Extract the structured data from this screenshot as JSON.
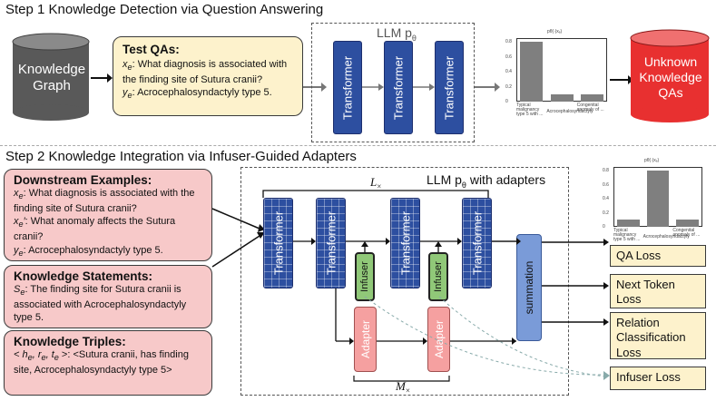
{
  "step1": {
    "title": "Step 1 Knowledge Detection via Question Answering",
    "kg_label": "Knowledge\nGraph",
    "test_qas": {
      "heading": "Test QAs:",
      "xe_label": "x",
      "xe_text": ": What diagnosis is associated with the finding site of Sutura cranii?",
      "ye_label": "y",
      "ye_text": ": Acrocephalosyndactyly type 5."
    },
    "llm_label": "LLM p",
    "transformer_label": "Transformer",
    "unknown_label": "Unknown\nKnowledge\nQAs",
    "chart_title": "pθ(·|xₑ)"
  },
  "step2": {
    "title": "Step 2 Knowledge Integration via Infuser-Guided Adapters",
    "downstream": {
      "heading": "Downstream Examples:",
      "line1_label": "x",
      "line1_text": ": What diagnosis is associated with the finding site of Sutura cranii?",
      "line2_label": "x",
      "line2_text": ": What anomaly affects the Sutura cranii?",
      "line3_label": "y",
      "line3_text": ": Acrocephalosyndactyly type 5."
    },
    "statements": {
      "heading": "Knowledge Statements:",
      "label": "S",
      "text": ": The finding site for Sutura cranii is associated with Acrocephalosyndactyly type 5."
    },
    "triples": {
      "heading": "Knowledge Triples:",
      "text": ">: <Sutura cranii, has finding site, Acrocephalosyndactyly type 5>"
    },
    "llm_label": "LLM p",
    "llm_suffix": " with adapters",
    "l_label": "L",
    "m_label": "M",
    "times": "×",
    "transformer_label": "Transformer",
    "infuser_label": "Infuser",
    "adapter_label": "Adapter",
    "summation_label": "summation",
    "losses": [
      "QA Loss",
      "Next Token Loss",
      "Relation Classification Loss",
      "Infuser Loss"
    ],
    "chart_title": "pθ(·|xₑ)"
  },
  "chart_data": [
    {
      "type": "bar",
      "title": "pθ(·|xₑ)",
      "categories": [
        "Typical malignancy type 5 with ...",
        "Acrocephalosyndactyly",
        "Congenital anomaly of ..."
      ],
      "values": [
        0.8,
        0.1,
        0.1
      ],
      "ylim": [
        0,
        0.8
      ]
    },
    {
      "type": "bar",
      "title": "pθ(·|xₑ)",
      "categories": [
        "Typical malignancy type 5 with ...",
        "Acrocephalosyndactyly",
        "Congenital anomaly of ..."
      ],
      "values": [
        0.1,
        0.8,
        0.1
      ],
      "ylim": [
        0,
        0.8
      ]
    }
  ],
  "colors": {
    "transformer": "#2d4fa0",
    "infuser": "#90c878",
    "adapter": "#f5a0a0",
    "summation": "#7a9bd8",
    "unknown": "#e83030",
    "kg": "#555555"
  }
}
